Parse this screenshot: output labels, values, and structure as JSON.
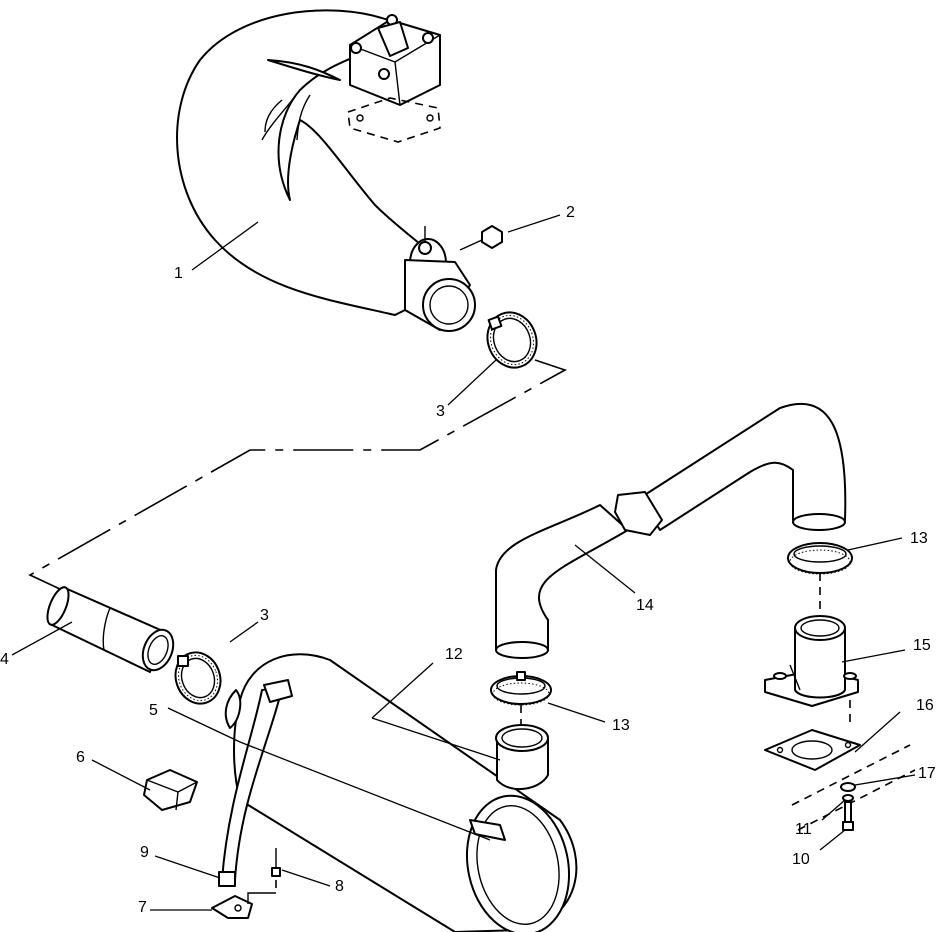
{
  "callouts": {
    "c1": "1",
    "c2": "2",
    "c3a": "3",
    "c3b": "3",
    "c4": "4",
    "c5": "5",
    "c6": "6",
    "c7": "7",
    "c8": "8",
    "c9": "9",
    "c10": "10",
    "c11": "11",
    "c12": "12",
    "c13a": "13",
    "c13b": "13",
    "c14": "14",
    "c15": "15",
    "c16": "16",
    "c17": "17"
  }
}
